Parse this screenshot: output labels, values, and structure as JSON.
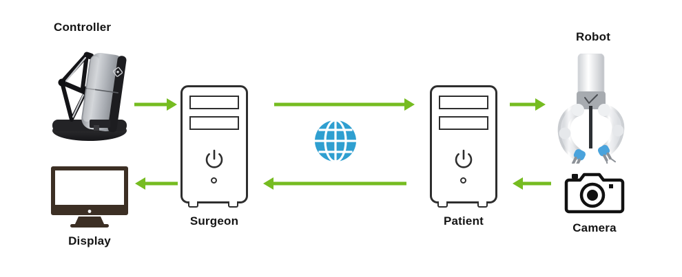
{
  "diagram": {
    "title": "Teleoperated robotic surgery system architecture",
    "background_color": "#ffffff",
    "accent_color": "#76bc21",
    "globe_color": "#2f9fd0",
    "display_color": "#3c2f24",
    "outline_color": "#2e2e2e",
    "nodes": [
      {
        "id": "controller",
        "label": "Controller",
        "icon": "haptic-controller-device",
        "description": "Hand-held haptic master controller on a black base"
      },
      {
        "id": "surgeon",
        "label": "Surgeon",
        "icon": "computer-tower",
        "description": "Surgeon-side computer workstation"
      },
      {
        "id": "network",
        "label": "",
        "icon": "globe-network",
        "description": "Internet / network link between surgeon and patient sides"
      },
      {
        "id": "patient",
        "label": "Patient",
        "icon": "computer-tower",
        "description": "Patient-side computer workstation"
      },
      {
        "id": "robot",
        "label": "Robot",
        "icon": "surgical-robot-arm",
        "description": "Dual-arm surgical robot with blue instrument tips"
      },
      {
        "id": "camera",
        "label": "Camera",
        "icon": "camera",
        "description": "Endoscopic camera capturing the operative field"
      },
      {
        "id": "display",
        "label": "Display",
        "icon": "desktop-monitor",
        "description": "Surgeon-side video display monitor"
      }
    ],
    "connections": [
      {
        "from": "controller",
        "to": "surgeon",
        "direction": "right",
        "kind": "command"
      },
      {
        "from": "surgeon",
        "to": "patient",
        "direction": "right",
        "kind": "command-over-network"
      },
      {
        "from": "patient",
        "to": "robot",
        "direction": "right",
        "kind": "command"
      },
      {
        "from": "camera",
        "to": "patient",
        "direction": "left",
        "kind": "video-feedback"
      },
      {
        "from": "patient",
        "to": "surgeon",
        "direction": "left",
        "kind": "video-feedback"
      },
      {
        "from": "surgeon",
        "to": "display",
        "direction": "left",
        "kind": "video-feedback"
      }
    ]
  }
}
